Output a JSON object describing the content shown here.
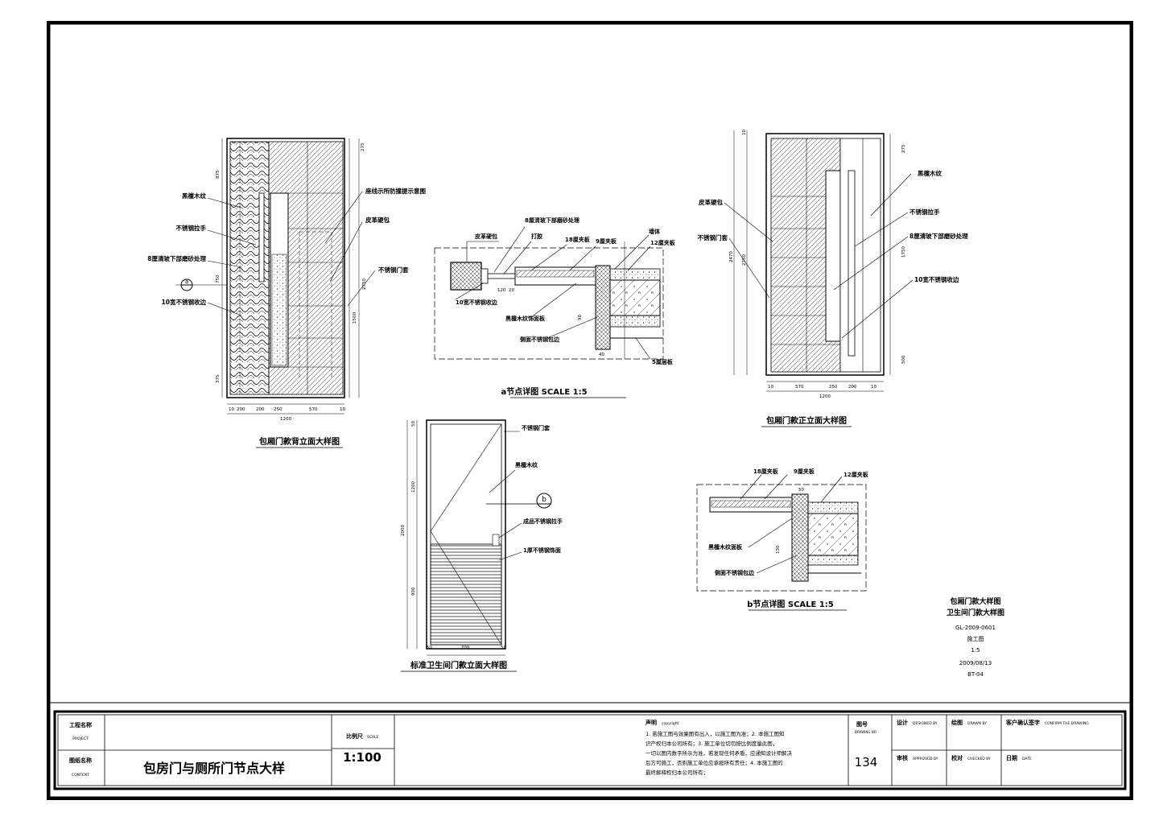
{
  "views": {
    "back_elevation": {
      "title": "包厢门款背立面大样图",
      "labels": [
        "黑檀木纹",
        "不锈钢拉手",
        "8厘清玻下部磨砂处理",
        "10宽不锈钢收边",
        "座线示所防撞提示意图",
        "皮革硬包",
        "不锈钢门套"
      ],
      "section_mark": "a",
      "dim_top": "275",
      "dim_left": [
        "875",
        "750",
        "375"
      ],
      "dim_right": [
        "1500",
        "2750"
      ],
      "dim_bottom": [
        "10",
        "200",
        "200",
        "250",
        "570",
        "10"
      ],
      "dim_total": "1200"
    },
    "node_a": {
      "title": "a节点详图 SCALE 1:5",
      "labels": [
        "皮革硬包",
        "8厘清玻下部磨砂处理",
        "打胶",
        "18厘夹板",
        "9厘夹板",
        "墙体",
        "12厘夹板",
        "10宽不锈钢收边",
        "黑檀木纹饰面板",
        "侧面不锈钢包边",
        "5厘层板"
      ],
      "dims": [
        "120",
        "20",
        "40",
        "90"
      ]
    },
    "front_elevation": {
      "title": "包厢门款正立面大样图",
      "labels": [
        "皮革硬包",
        "不锈钢门套",
        "黑檀木纹",
        "不锈钢拉手",
        "8厘清玻下部磨砂处理",
        "10宽不锈钢收边"
      ],
      "dim_top": [
        "10",
        "275"
      ],
      "dim_left": [
        "2470",
        "2750"
      ],
      "dim_right": [
        "1750",
        "500"
      ],
      "dim_bottom": [
        "10",
        "570",
        "250",
        "200",
        "10"
      ],
      "dim_total": "1200"
    },
    "wc_elevation": {
      "title": "标准卫生间门款立面大样图",
      "labels": [
        "不锈钢门套",
        "黑檀木纹",
        "成品不锈钢拉手",
        "1厚不锈钢饰面"
      ],
      "section_mark": "b",
      "dim_left": [
        "50",
        "1200",
        "2000",
        "900"
      ],
      "dim_bottom": [
        "50",
        "700",
        "50"
      ]
    },
    "node_b": {
      "title": "b节点详图 SCALE 1:5",
      "labels": [
        "18厘夹板",
        "9厘夹板",
        "12厘夹板",
        "黑檀木纹面板",
        "侧面不锈钢包边"
      ],
      "dims": [
        "50",
        "130"
      ]
    }
  },
  "side_info": {
    "title_line1": "包厢门款大样图",
    "title_line2": "卫生间门款大样图",
    "code": "GL-2009-0601",
    "stage": "施工图",
    "scale": "1:5",
    "date": "2009/08/13",
    "page": "BT-04"
  },
  "title_block": {
    "project_label": "工程名称",
    "project_label_en": "PROJECT",
    "content_label": "图纸名称",
    "content_label_en": "CONTENT",
    "drawing_name": "包房门与厕所门节点大样",
    "scale_label": "比例尺",
    "scale_label_en": "SCALE",
    "scale_value": "1:100",
    "notes_title": "声明",
    "notes_title_en": "copyright",
    "notes": [
      "1. 若施工图与效果图有出入，以施工图为准；2. 本施工图知",
      "识产权归本公司所有；3. 施工单位切勿按比例度量此图，",
      "一切以图内数字所示为准，若发现任何矛盾，应通知设计师解决",
      "后方可施工，否则施工单位应承担所有责任；4. 本施工图的",
      "最终解释权归本公司所有；"
    ],
    "drawing_no_label": "图号",
    "drawing_no_label_en": "DRAWING NO.",
    "drawing_no": "134",
    "design_label": "设计",
    "design_label_en": "DESIGNED BY",
    "drawn_label": "绘图",
    "drawn_label_en": "DRAWN BY",
    "confirm_label": "客户确认签字",
    "confirm_label_en": "CONFIRM THE DRAWING",
    "approved_label": "审核",
    "approved_label_en": "APPROVED BY",
    "checked_label": "校对",
    "checked_label_en": "CHECKED BY",
    "date_label": "日期",
    "date_label_en": "DATE"
  }
}
